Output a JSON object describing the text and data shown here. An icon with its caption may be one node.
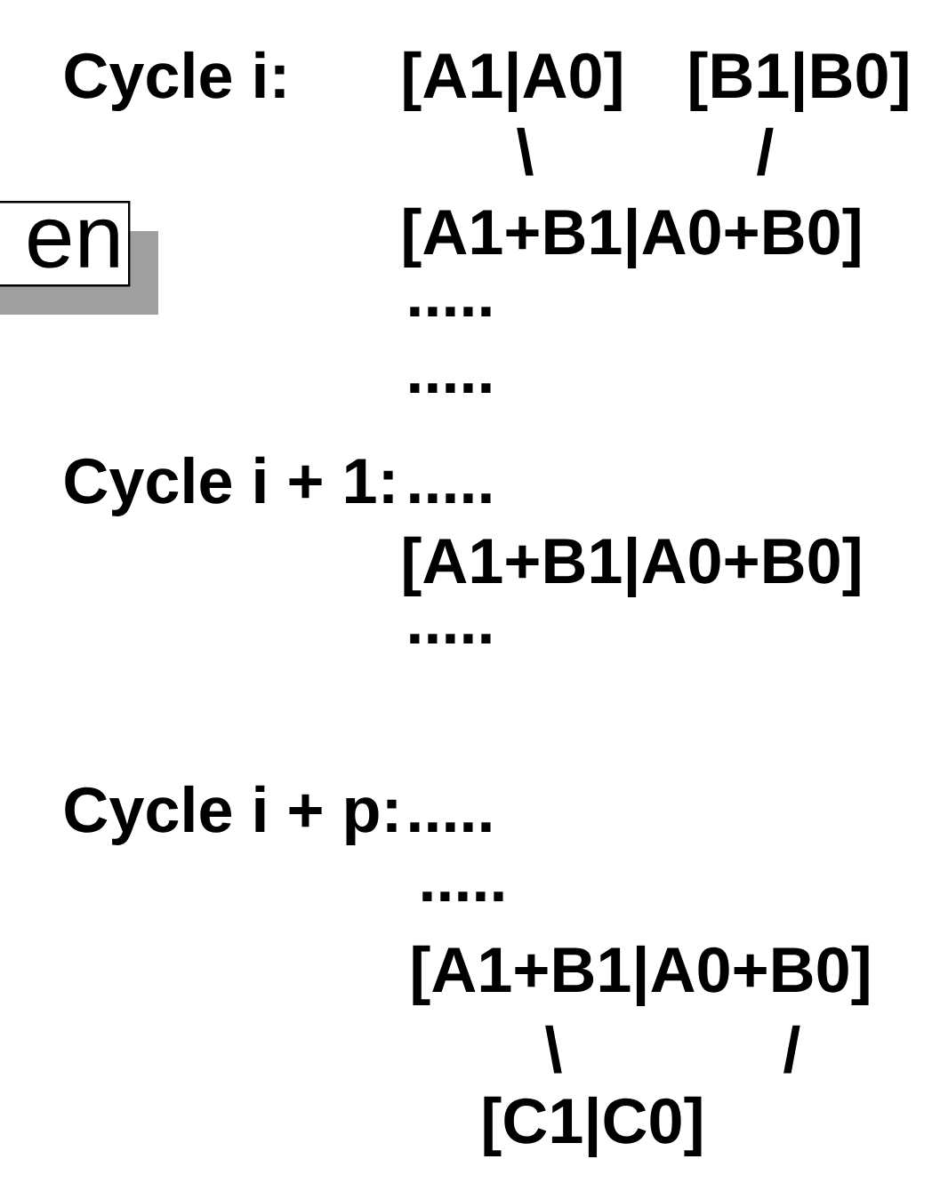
{
  "diagram": {
    "nodes": [
      {
        "text": [
          "en"
        ]
      }
    ],
    "labels": [
      "Cycle i:",
      "[A1|A0]",
      "[B1|B0]",
      "\\",
      "/",
      "[A1+B1|A0+B0]",
      ".....",
      ".....",
      "Cycle i + 1:",
      ".....",
      "[A1+B1|A0+B0]",
      ".....",
      "Cycle i + p:",
      ".....",
      ".....",
      "[A1+B1|A0+B0]",
      "\\",
      "/",
      "[C1|C0]"
    ]
  }
}
